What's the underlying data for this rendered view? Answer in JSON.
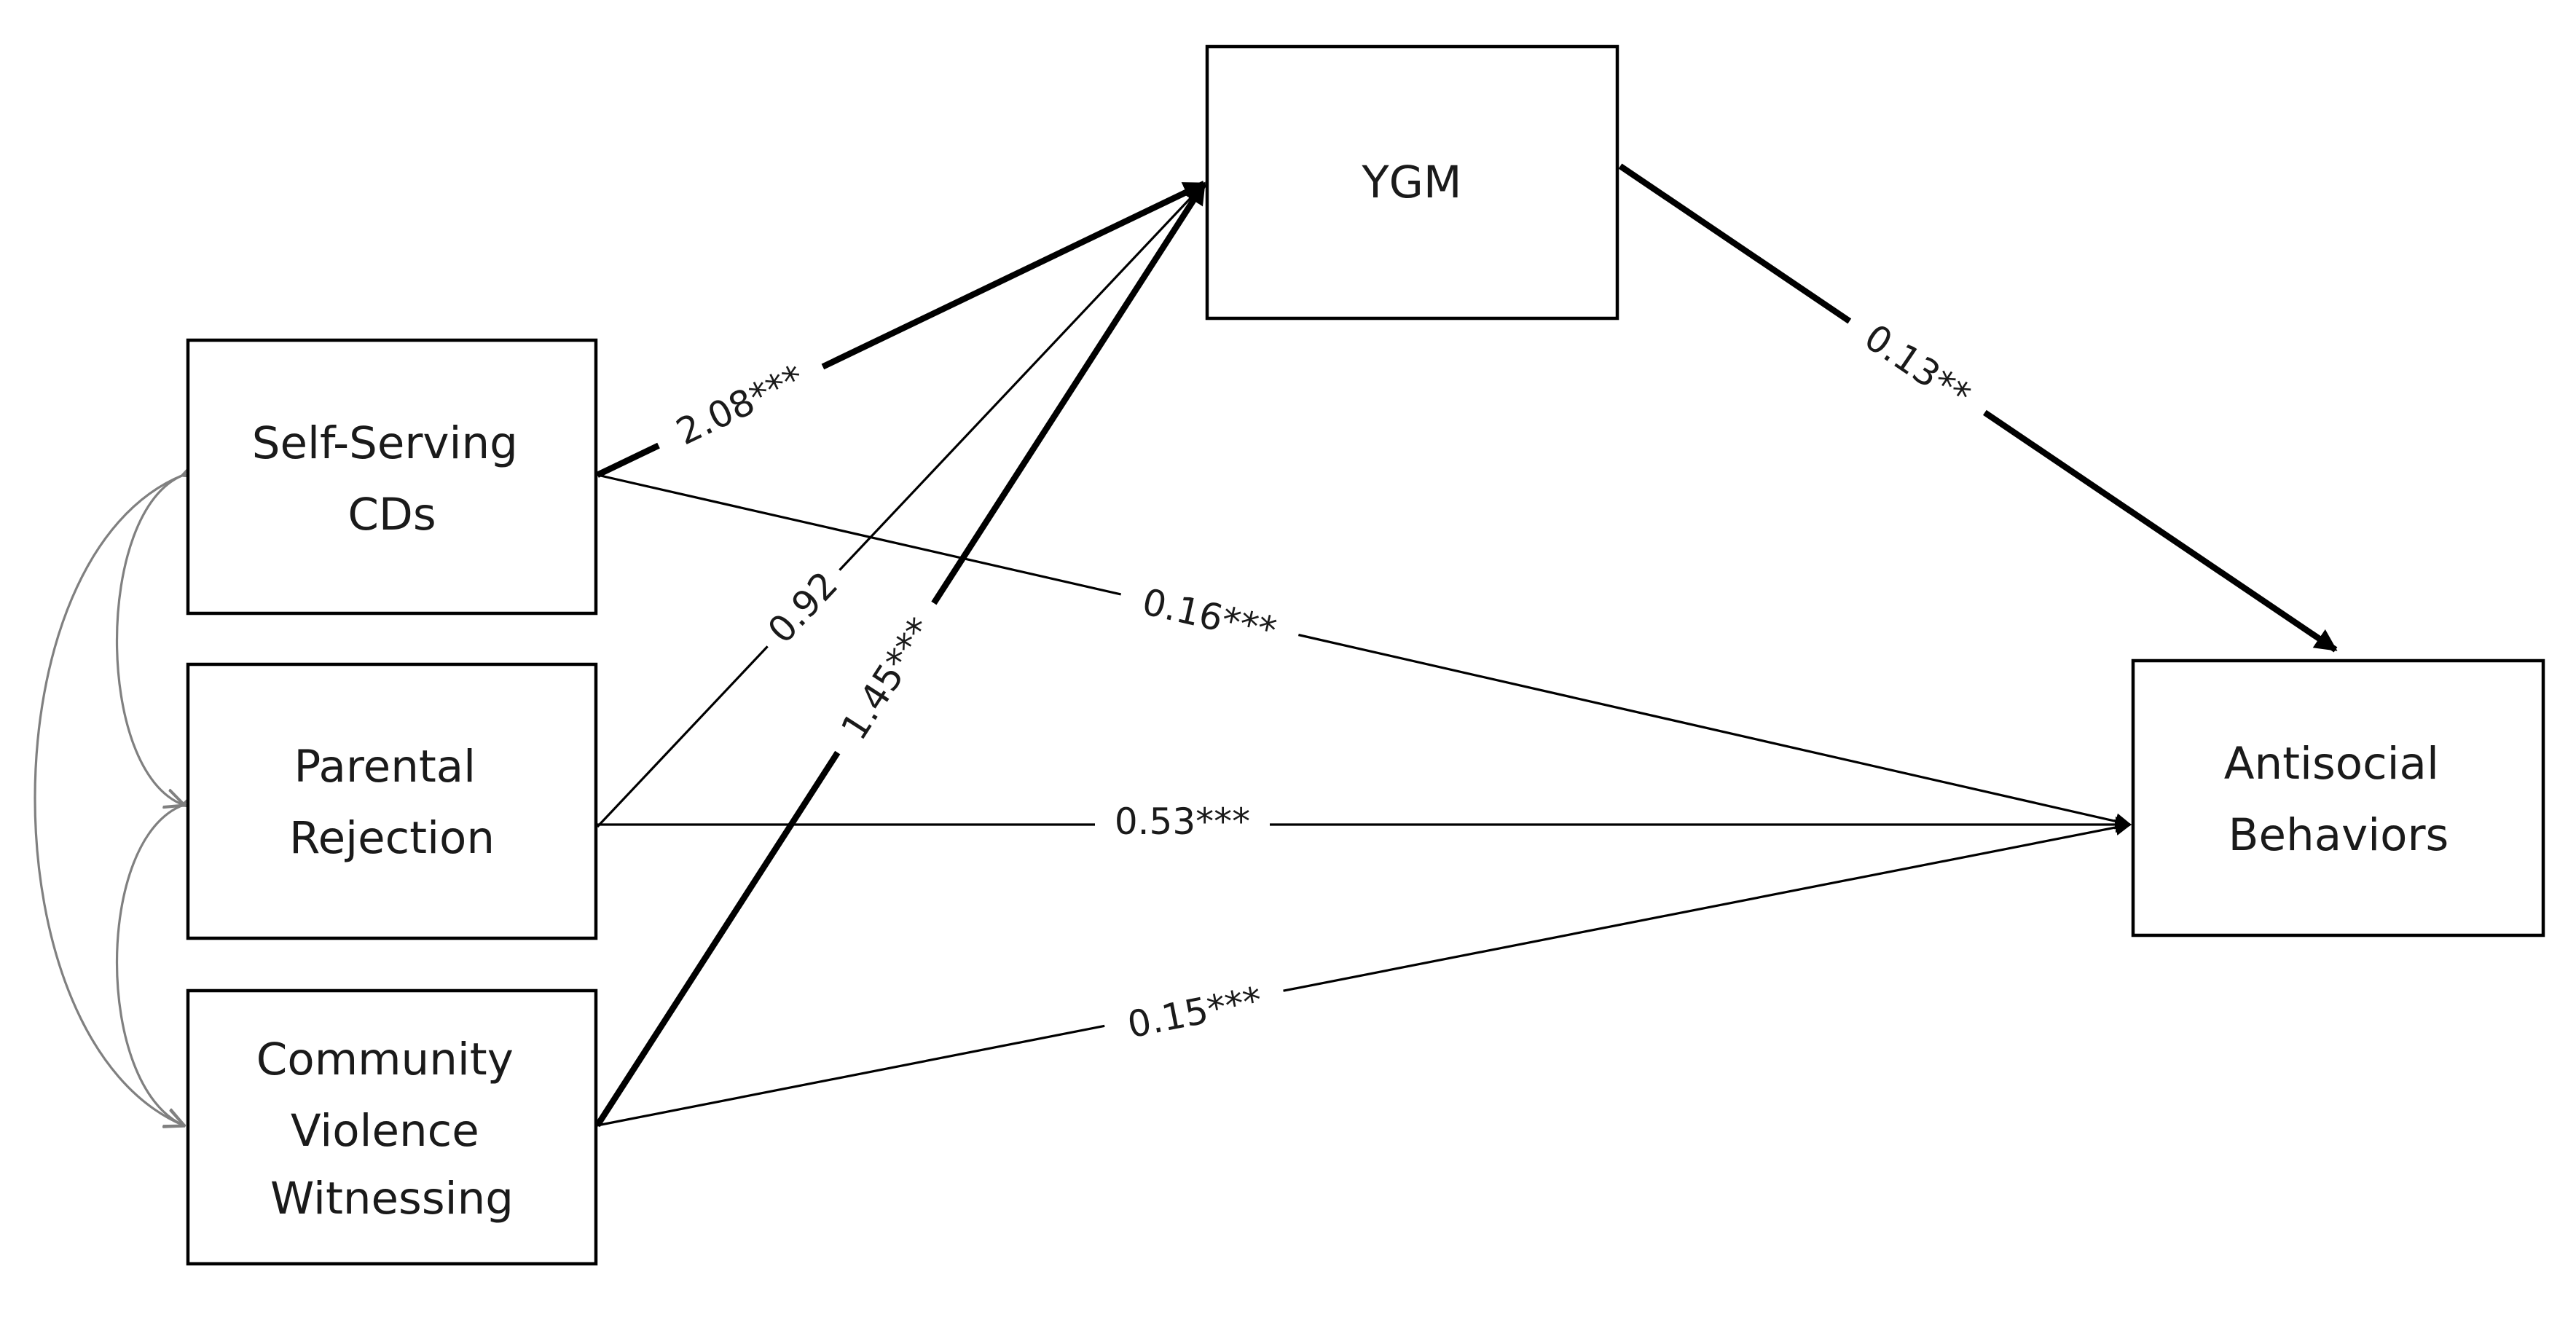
{
  "nodes": {
    "ygm": {
      "lines": [
        "YGM"
      ]
    },
    "self_serving": {
      "lines": [
        "Self-Serving",
        "CDs"
      ]
    },
    "parental": {
      "lines": [
        "Parental",
        "Rejection"
      ]
    },
    "community": {
      "lines": [
        "Community",
        "Violence",
        "Witnessing"
      ]
    },
    "antisocial": {
      "lines": [
        "Antisocial",
        "Behaviors"
      ]
    }
  },
  "paths": {
    "self_to_ygm": "2.08***",
    "parental_to_ygm": "0.92",
    "community_to_ygm": "1.45***",
    "ygm_to_antisocial": "0.13**",
    "self_to_antisocial": "0.16***",
    "parental_to_antisocial": "0.53***",
    "community_to_antisocial": "0.15***"
  },
  "colors": {
    "path": "#000000",
    "covariance": "#808080"
  }
}
